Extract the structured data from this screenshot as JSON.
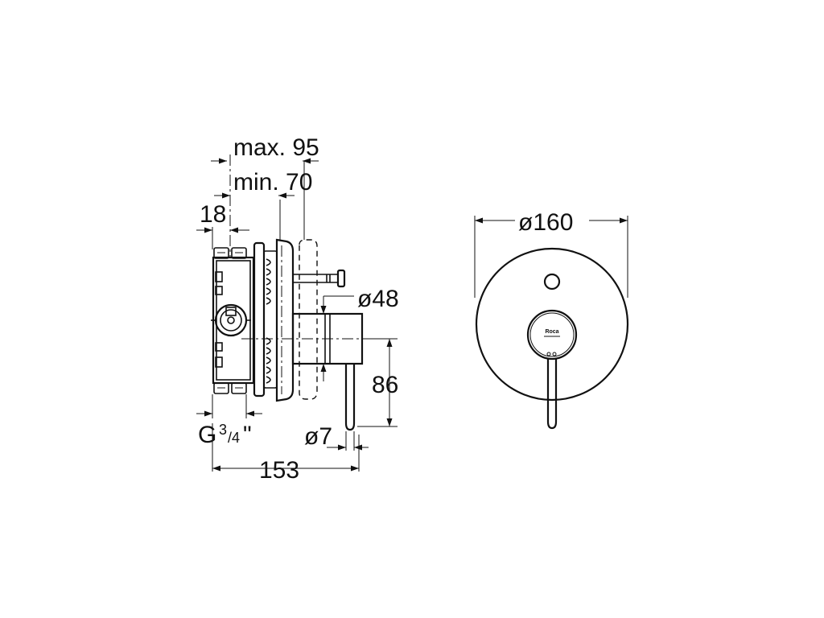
{
  "diagram": {
    "dimensions": {
      "max_depth": "max. 95",
      "min_depth": "min. 70",
      "offset": "18",
      "thread_prefix": "G",
      "thread_num": "3",
      "thread_den": "/4",
      "thread_suffix": "\"",
      "overall_depth": "153",
      "handle_diameter": "ø48",
      "lever_diameter": "ø7",
      "lever_drop": "86",
      "plate_diameter": "ø160"
    },
    "logo": {
      "brand": "Roca"
    }
  }
}
